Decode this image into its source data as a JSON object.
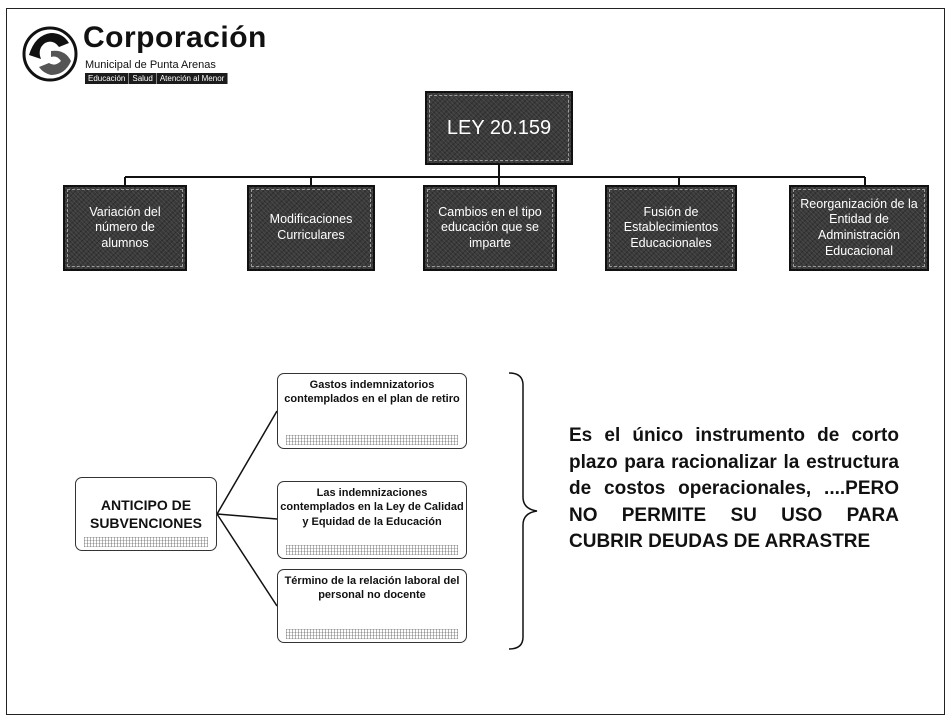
{
  "header": {
    "org_name": "Corporación",
    "org_subtitle": "Municipal de Punta Arenas",
    "tags": [
      "Educación",
      "Salud",
      "Atención al Menor"
    ]
  },
  "diagram": {
    "root": "LEY 20.159",
    "categories": [
      "Variación del número de alumnos",
      "Modificaciones Curriculares",
      "Cambios en el tipo educación que se imparte",
      "Fusión de Establecimientos Educacionales",
      "Reorganización de la Entidad de Administración Educacional"
    ],
    "anticipo": "ANTICIPO DE SUBVENCIONES",
    "reasons": [
      "Gastos indemnizatorios contemplados en el plan de retiro",
      "Las indemnizaciones contemplados en la Ley de Calidad y Equidad de la Educación",
      "Término de la relación laboral del personal no docente"
    ],
    "conclusion": "Es el único instrumento de corto plazo para racionalizar la estructura de costos operacionales, ....PERO NO PERMITE SU USO PARA CUBRIR DEUDAS DE ARRASTRE"
  }
}
